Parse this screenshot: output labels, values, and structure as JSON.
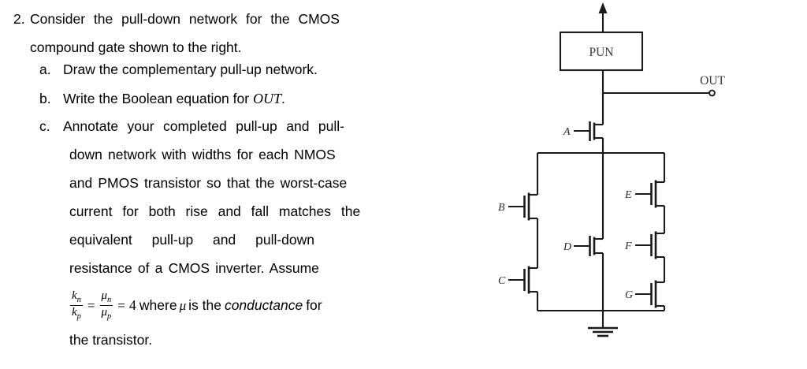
{
  "question": {
    "number": "2.",
    "intro_line1": "Consider the pull-down network for the CMOS",
    "intro_line2": "compound gate shown to the right.",
    "parts": [
      {
        "marker": "a.",
        "lines": [
          "Draw the complementary pull-up network."
        ]
      },
      {
        "marker": "b.",
        "lines": [
          "Write the Boolean equation for ",
          "OUT",
          "."
        ]
      },
      {
        "marker": "c.",
        "lines": [
          "Annotate your completed pull-up and pull-",
          "down network with widths for each NMOS",
          "and PMOS transistor so that the worst-case",
          "current for both rise and fall matches the",
          "equivalent pull-up and pull-down",
          "resistance of a CMOS inverter.  Assume",
          "the transistor."
        ]
      }
    ],
    "formula": {
      "frac1_num": "k",
      "frac1_num_sub": "n",
      "frac1_den": "k",
      "frac1_den_sub": "p",
      "equals1": "=",
      "frac2_num": "μ",
      "frac2_num_sub": "n",
      "frac2_den": "μ",
      "frac2_den_sub": "p",
      "equals2": "=",
      "value": "4",
      "tail_before": "where",
      "mu": "μ",
      "tail_mid": "is the",
      "emphasis": "conductance",
      "tail_after": "for"
    }
  },
  "circuit": {
    "title": "CMOS compound gate pull-down network",
    "supply_arrow": "vdd-arrow",
    "pun_box_label": "PUN",
    "output_label": "OUT",
    "ground_label": "gnd",
    "transistors": [
      {
        "label": "A",
        "name": "nmos-a"
      },
      {
        "label": "B",
        "name": "nmos-b"
      },
      {
        "label": "C",
        "name": "nmos-c"
      },
      {
        "label": "D",
        "name": "nmos-d"
      },
      {
        "label": "E",
        "name": "nmos-e"
      },
      {
        "label": "F",
        "name": "nmos-f"
      },
      {
        "label": "G",
        "name": "nmos-g"
      }
    ],
    "colors": {
      "wire": "#1a1a1a",
      "label": "#2b2b2b",
      "box_text": "#3a3a3a",
      "background": "#ffffff"
    }
  }
}
